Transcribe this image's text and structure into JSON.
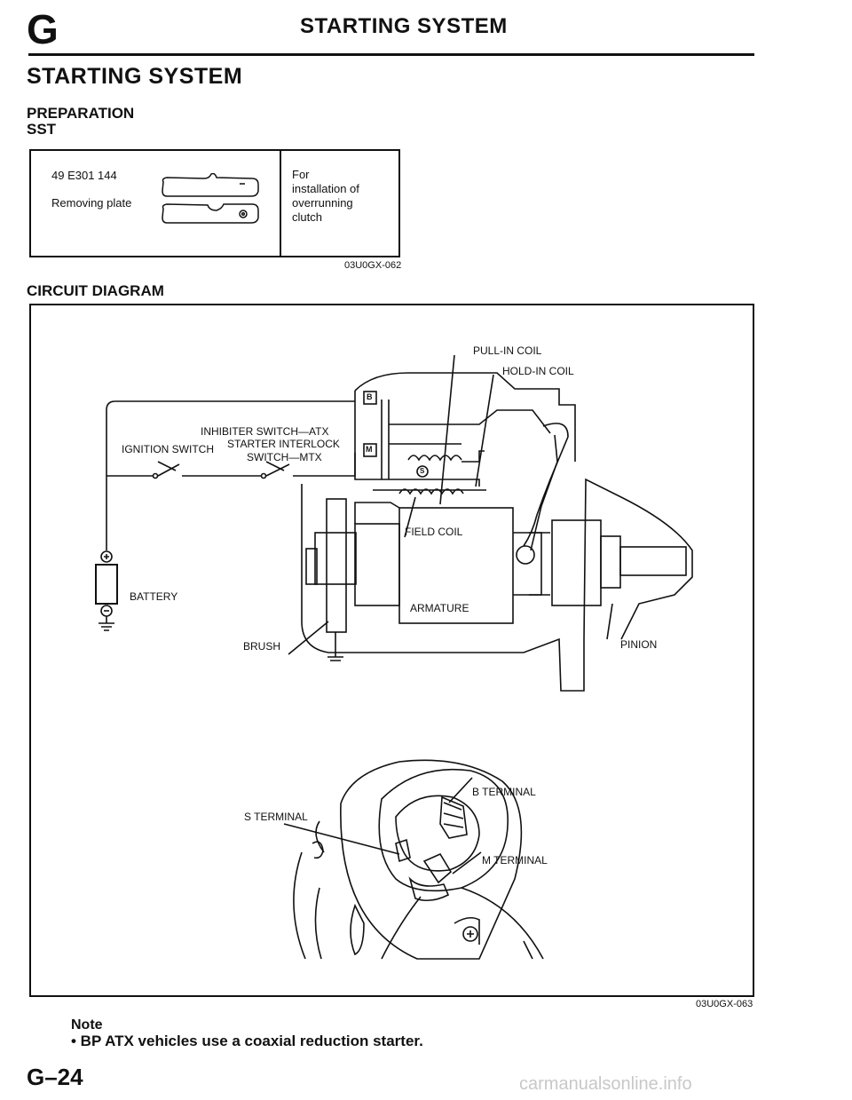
{
  "header": {
    "letter": "G",
    "title": "STARTING SYSTEM"
  },
  "section_title": "STARTING SYSTEM",
  "preparation": {
    "heading": "PREPARATION",
    "subheading": "SST"
  },
  "sst": {
    "part_number": "49 E301 144",
    "part_name": "Removing plate",
    "purpose_lines": [
      "For",
      "installation of",
      "overrunning",
      "clutch"
    ],
    "code": "03U0GX-062"
  },
  "circuit_heading": "CIRCUIT DIAGRAM",
  "diagram": {
    "labels": {
      "pull_in": "PULL-IN COIL",
      "hold_in": "HOLD-IN COIL",
      "inhibiter": "INHIBITER SWITCH—ATX",
      "ignition": "IGNITION SWITCH",
      "starter_interlock": "STARTER INTERLOCK",
      "switch_mtx": "SWITCH—MTX",
      "battery": "BATTERY",
      "field_coil": "FIELD COIL",
      "armature": "ARMATURE",
      "brush": "BRUSH",
      "pinion": "PINION",
      "b_box": "B",
      "m_box": "M",
      "s_circle": "S",
      "b_terminal": "B TERMINAL",
      "s_terminal": "S TERMINAL",
      "m_terminal": "M TERMINAL"
    },
    "code": "03U0GX-063"
  },
  "note": {
    "heading": "Note",
    "bullet": "• BP ATX vehicles use a coaxial reduction starter."
  },
  "footer": {
    "page": "G–24",
    "watermark": "carmanualsonline.info"
  }
}
